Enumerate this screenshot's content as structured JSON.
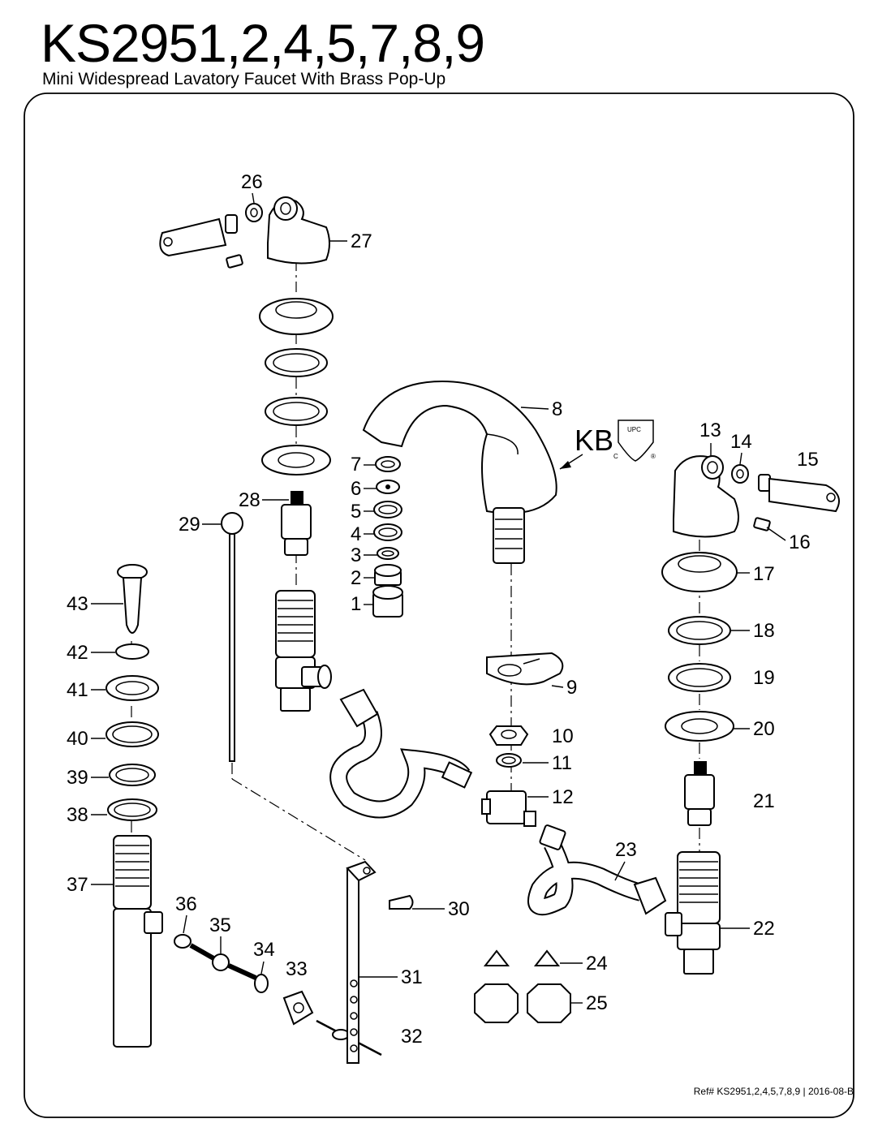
{
  "header": {
    "model": "KS2951,2,4,5,7,8,9",
    "subtitle": "Mini Widespread Lavatory Faucet With Brass Pop-Up"
  },
  "certification": {
    "brand_mark": "KB",
    "seal_text": "UPC",
    "c_mark": "C",
    "r_mark": "®"
  },
  "callouts": [
    "1",
    "2",
    "3",
    "4",
    "5",
    "6",
    "7",
    "8",
    "9",
    "10",
    "11",
    "12",
    "13",
    "14",
    "15",
    "16",
    "17",
    "18",
    "19",
    "20",
    "21",
    "22",
    "23",
    "24",
    "25",
    "26",
    "27",
    "28",
    "29",
    "30",
    "31",
    "32",
    "33",
    "34",
    "35",
    "36",
    "37",
    "38",
    "39",
    "40",
    "41",
    "42",
    "43"
  ],
  "footer": {
    "ref": "Ref# KS2951,2,4,5,7,8,9 | 2016-08-B"
  }
}
